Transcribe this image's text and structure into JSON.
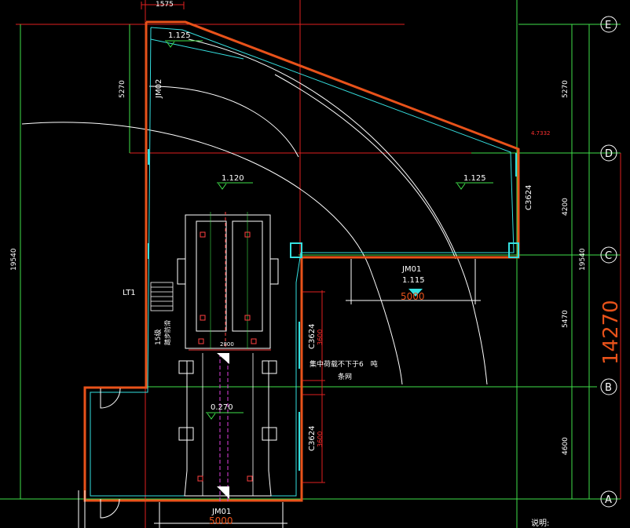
{
  "colors": {
    "background": "#000000",
    "wall_outline": "#e8521a",
    "inner_wall": "#35e0e0",
    "grid_green": "#3fe04a",
    "axis_red": "#e02020",
    "contour_white": "#ffffff",
    "equipment_red": "#ff4040",
    "marker_cyan": "#35e0e0"
  },
  "axes": {
    "E": "E",
    "D": "D",
    "C": "C",
    "B": "B",
    "A": "A"
  },
  "dimensions": {
    "top_width": "1575",
    "left_total": "19540",
    "left_segment_top": "5270",
    "right_segment_ED": "5270",
    "right_segment_DC": "4200",
    "right_segment_CB": "5470",
    "right_segment_BA": "4600",
    "right_total": "19540",
    "big_total": "14270",
    "jm01_mid_width": "5000",
    "jm01_bottom_width": "5000",
    "door_c3624_upper_height": "3600",
    "door_c3624_lower_height": "3600",
    "stair_width": "2800"
  },
  "elevations": {
    "top_left": "1.125",
    "mid_left": "1.120",
    "mid_right": "1.125",
    "jm01_mid": "1.115",
    "pit": "0.270",
    "corner_note": "4.7332"
  },
  "labels": {
    "jm02": "JM02",
    "jm01_mid": "JM01",
    "jm01_bottom": "JM01",
    "c3624_right": "C3624",
    "c3624_upper": "C3624",
    "c3624_lower": "C3624",
    "lt1": "LT1",
    "stair_note": "15级",
    "stair_note2": "踏步防滑",
    "collection_note": "集中荷载不下于6　吨",
    "drain_note": "条网",
    "footer_note": "说明:"
  }
}
